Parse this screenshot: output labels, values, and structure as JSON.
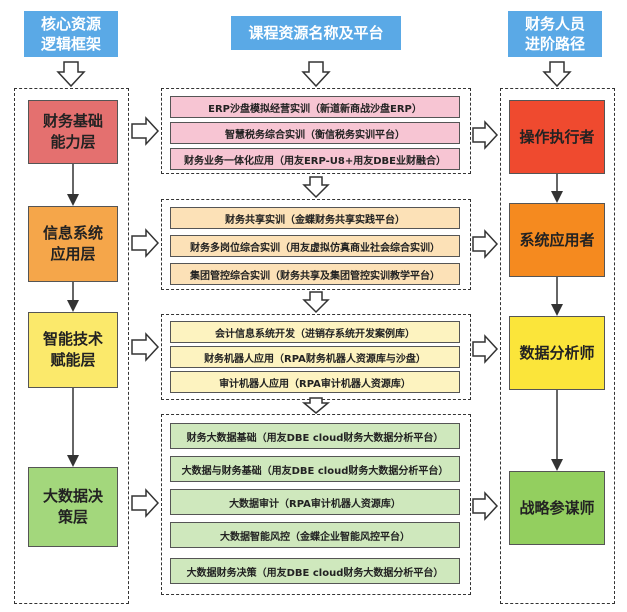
{
  "headers": {
    "left": "核心资源\n逻辑框架",
    "middle": "课程资源名称及平台",
    "right": "财务人员\n进阶路径"
  },
  "layers": [
    {
      "label": "财务基础\n能力层",
      "color": "#e4706f"
    },
    {
      "label": "信息系统\n应用层",
      "color": "#f5a64a"
    },
    {
      "label": "智能技术\n赋能层",
      "color": "#fbe96b"
    },
    {
      "label": "大数据决\n策层",
      "color": "#a3d77c"
    }
  ],
  "resource_groups": [
    {
      "items": [
        "ERP沙盘模拟经营实训（新道新商战沙盘ERP）",
        "智慧税务综合实训（衡信税务实训平台）",
        "财务业务一体化应用（用友ERP-U8+用友DBE业财融合）"
      ]
    },
    {
      "items": [
        "财务共享实训（金蝶财务共享实践平台）",
        "财务多岗位综合实训（用友虚拟仿真商业社会综合实训）",
        "集团管控综合实训（财务共享及集团管控实训教学平台）"
      ]
    },
    {
      "items": [
        "会计信息系统开发（进销存系统开发案例库）",
        "财务机器人应用（RPA财务机器人资源库与沙盘）",
        "审计机器人应用（RPA审计机器人资源库）"
      ]
    },
    {
      "items": [
        "财务大数据基础（用友DBE cloud财务大数据分析平台）",
        "大数据与财务基础（用友DBE cloud财务大数据分析平台）",
        "大数据审计（RPA审计机器人资源库）",
        "大数据智能风控（金蝶企业智能风控平台）",
        "大数据财务决策（用友DBE cloud财务大数据分析平台）"
      ]
    }
  ],
  "roles": [
    {
      "label": "操作执行者",
      "color": "#ef4a2f"
    },
    {
      "label": "系统应用者",
      "color": "#f58a1f"
    },
    {
      "label": "数据分析师",
      "color": "#fbe53a"
    },
    {
      "label": "战略参谋师",
      "color": "#93cf5f"
    }
  ]
}
